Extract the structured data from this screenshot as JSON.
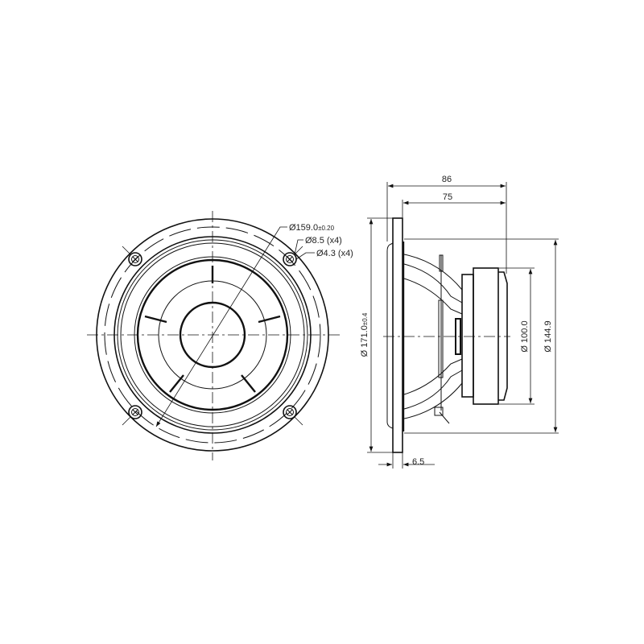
{
  "front_view": {
    "callouts": {
      "bolt_circle_dia": "Ø159.0",
      "bolt_circle_tol": "±0.20",
      "outer_hole": "Ø8.5 (x4)",
      "inner_hole": "Ø4.3 (x4)"
    }
  },
  "side_view": {
    "dims": {
      "overall_depth": "86",
      "depth_behind_flange": "75",
      "flange_thickness": "6.5",
      "outer_dia": "Ø 171.0",
      "outer_dia_tol": "±0.4",
      "magnet_dia": "Ø 100.0",
      "cutout_dia": "Ø 144.9"
    }
  }
}
